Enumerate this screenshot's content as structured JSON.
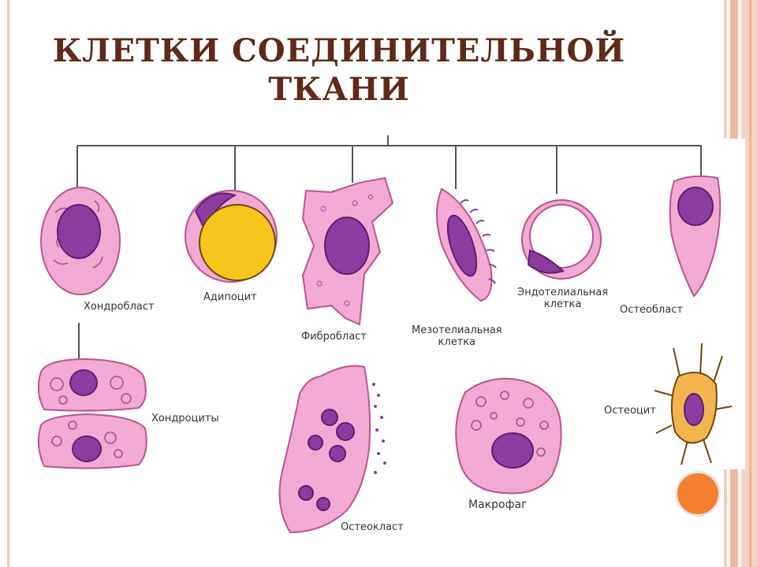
{
  "title": {
    "line1": "КЛЕТКИ СОЕДИНИТЕЛЬНОЙ",
    "line2": "ТКАНИ"
  },
  "cells": {
    "chondroblast": "Хондробласт",
    "adipocyte": "Адипоцит",
    "fibroblast": "Фибробласт",
    "mesothelial_line1": "Мезотелиальная",
    "mesothelial_line2": "клетка",
    "endothelial_line1": "Эндотелиальная",
    "endothelial_line2": "клетка",
    "osteoblast": "Остеобласт",
    "chondrocytes": "Хондроциты",
    "osteoclast": "Остеокласт",
    "macrophage": "Макрофаг",
    "osteocyte": "Остеоцит"
  },
  "colors": {
    "title": "#5e2a19",
    "cytoplasm": "#f2a9d4",
    "nucleus": "#8a3d9e",
    "fat_droplet": "#f8c51c",
    "osteocyte_cytoplasm": "#f2b44d",
    "connector": "#555555"
  }
}
